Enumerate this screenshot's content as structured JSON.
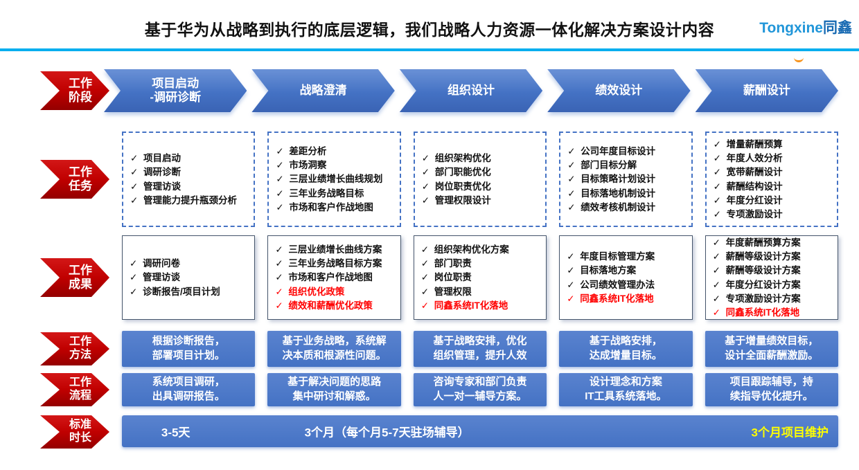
{
  "header": {
    "title": "基于华为从战略到执行的底层逻辑，我们战略人力资源一体化解决方案设计内容",
    "logo": {
      "en": "Tongxine",
      "cn": "同鑫"
    }
  },
  "colors": {
    "accent_blue": "#4472C4",
    "label_red": "#C00000",
    "highlight_red": "#FF0000",
    "highlight_yellow": "#FFFF00",
    "header_rule_cyan": "#00AEEF",
    "logo_blue": "#2196D9"
  },
  "row_labels": {
    "phase": "工作\n阶段",
    "task": "工作\n任务",
    "result": "工作\n成果",
    "method": "工作\n方法",
    "flow": "工作\n流程",
    "duration": "标准\n时长"
  },
  "columns": [
    {
      "phase": "项目启动\n-调研诊断",
      "tasks": [
        "项目启动",
        "调研诊断",
        "管理访谈",
        "管理能力提升瓶颈分析"
      ],
      "results": [
        {
          "text": "调研问卷"
        },
        {
          "text": "管理访谈"
        },
        {
          "text": "诊断报告/项目计划"
        }
      ],
      "method": "根据诊断报告，\n部署项目计划。",
      "flow": "系统项目调研，\n出具调研报告。"
    },
    {
      "phase": "战略澄清",
      "tasks": [
        "差距分析",
        "市场洞察",
        "三层业绩增长曲线规划",
        "三年业务战略目标",
        "市场和客户作战地图"
      ],
      "results": [
        {
          "text": "三层业绩增长曲线方案"
        },
        {
          "text": "三年业务战略目标方案"
        },
        {
          "text": "市场和客户作战地图"
        },
        {
          "text": "组织优化政策",
          "red": true
        },
        {
          "text": "绩效和薪酬优化政策",
          "red": true
        }
      ],
      "method": "基于业务战略，系统解\n决本质和根源性问题。",
      "flow": "基于解决问题的思路\n集中研讨和解惑。"
    },
    {
      "phase": "组织设计",
      "tasks": [
        "组织架构优化",
        "部门职能优化",
        "岗位职责优化",
        "管理权限设计"
      ],
      "results": [
        {
          "text": "组织架构优化方案"
        },
        {
          "text": "部门职责"
        },
        {
          "text": "岗位职责"
        },
        {
          "text": "管理权限"
        },
        {
          "text": "同鑫系统IT化落地",
          "red": true
        }
      ],
      "method": "基于战略安排，优化\n组织管理，提升人效",
      "flow": "咨询专家和部门负责\n人一对一辅导方案。"
    },
    {
      "phase": "绩效设计",
      "tasks": [
        "公司年度目标设计",
        "部门目标分解",
        "目标策略计划设计",
        "目标落地机制设计",
        "绩效考核机制设计"
      ],
      "results": [
        {
          "text": "年度目标管理方案"
        },
        {
          "text": "目标落地方案"
        },
        {
          "text": "公司绩效管理办法"
        },
        {
          "text": "同鑫系统IT化落地",
          "red": true
        }
      ],
      "method": "基于战略安排，\n达成增量目标。",
      "flow": "设计理念和方案\nIT工具系统落地。"
    },
    {
      "phase": "薪酬设计",
      "tasks": [
        "增量薪酬预算",
        "年度人效分析",
        "宽带薪酬设计",
        "薪酬结构设计",
        "年度分红设计",
        "专项激励设计"
      ],
      "results": [
        {
          "text": "年度薪酬预算方案"
        },
        {
          "text": "薪酬等级设计方案"
        },
        {
          "text": "薪酬等级设计方案"
        },
        {
          "text": "年度分红设计方案"
        },
        {
          "text": "专项激励设计方案"
        },
        {
          "text": "同鑫系统IT化落地",
          "red": true
        }
      ],
      "method": "基于增量绩效目标，\n设计全面薪酬激励。",
      "flow": "项目跟踪辅导，持\n续指导优化提升。"
    }
  ],
  "duration": {
    "left": "3-5天",
    "middle": "3个月（每个月5-7天驻场辅导）",
    "right": "3个月项目维护"
  }
}
